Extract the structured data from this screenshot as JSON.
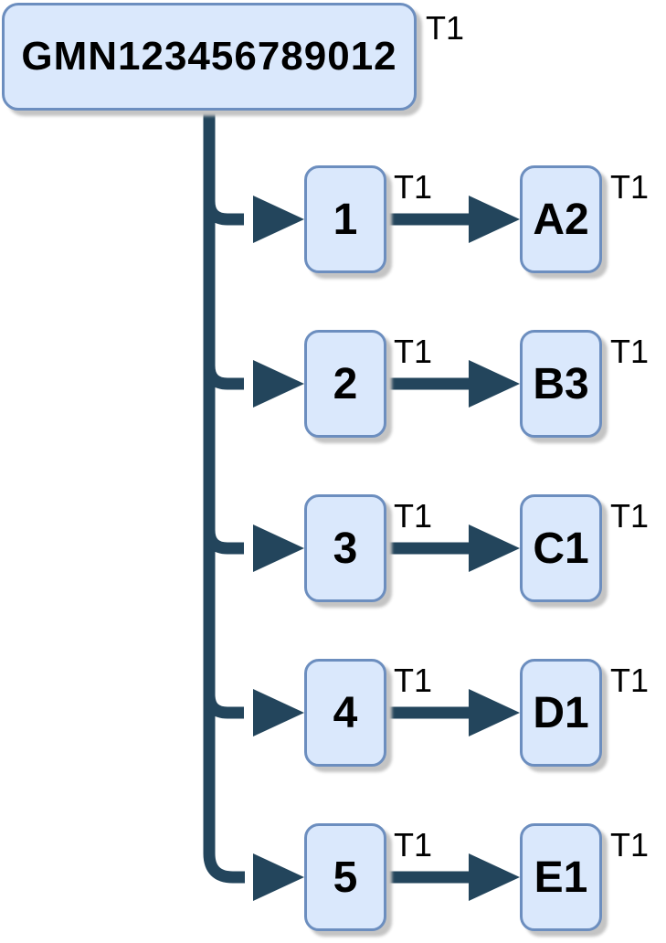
{
  "diagram": {
    "root": {
      "label": "GMN123456789012",
      "tag": "T1"
    },
    "rows": [
      {
        "source": {
          "label": "1",
          "tag": "T1"
        },
        "target": {
          "label": "A2",
          "tag": "T1"
        }
      },
      {
        "source": {
          "label": "2",
          "tag": "T1"
        },
        "target": {
          "label": "B3",
          "tag": "T1"
        }
      },
      {
        "source": {
          "label": "3",
          "tag": "T1"
        },
        "target": {
          "label": "C1",
          "tag": "T1"
        }
      },
      {
        "source": {
          "label": "4",
          "tag": "T1"
        },
        "target": {
          "label": "D1",
          "tag": "T1"
        }
      },
      {
        "source": {
          "label": "5",
          "tag": "T1"
        },
        "target": {
          "label": "E1",
          "tag": "T1"
        }
      }
    ],
    "colors": {
      "background": "#ffffff",
      "node_fill": "#dae8fc",
      "node_border": "#6c8ebf",
      "arrow": "#23455c",
      "shadow": "#c4c4c4",
      "text": "#000000"
    }
  }
}
